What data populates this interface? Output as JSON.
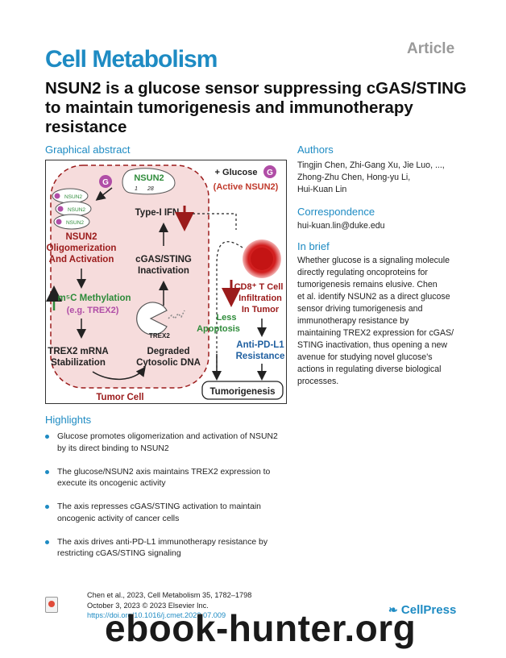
{
  "header": {
    "article_label": "Article",
    "journal_name": "Cell Metabolism",
    "title": "NSUN2 is a glucose sensor suppressing cGAS/STING to maintain tumorigenesis and immunotherapy resistance"
  },
  "graphical_abstract": {
    "heading": "Graphical abstract",
    "nsun2_label": "NSUN2",
    "nsun2_small": "NSUN2",
    "residue_1": "1",
    "residue_28": "28",
    "g_badge": "G",
    "plus_glucose": "+ Glucose",
    "active_nsun2": "(Active NSUN2)",
    "oligo_line1": "NSUN2",
    "oligo_line2": "Oligomerization",
    "oligo_line3": "And Activation",
    "m5c_line1": "m⁵C Methylation",
    "m5c_line2": "(e.g. TREX2)",
    "trex2_line1": "TREX2 mRNA",
    "trex2_line2": "Stabilization",
    "type1_ifn": "Type-I IFN",
    "cgas_line1": "cGAS/STING",
    "cgas_line2": "Inactivation",
    "trex2_enzyme": "TREX2",
    "degraded_line1": "Degraded",
    "degraded_line2": "Cytosolic DNA",
    "tumor_cell": "Tumor Cell",
    "cd8_line1": "CD8⁺ T Cell",
    "cd8_line2": "Infiltration",
    "cd8_line3": "In Tumor",
    "less_line1": "Less",
    "less_line2": "Apoptosis",
    "antipd_line1": "Anti-PD-L1",
    "antipd_line2": "Resistance",
    "tumorigenesis": "Tumorigenesis"
  },
  "authors": {
    "heading": "Authors",
    "line1": "Tingjin Chen, Zhi-Gang Xu, Jie Luo, ...,",
    "line2": "Zhong-Zhu Chen, Hong-yu Li,",
    "line3": "Hui-Kuan Lin"
  },
  "correspondence": {
    "heading": "Correspondence",
    "email": "hui-kuan.lin@duke.edu"
  },
  "in_brief": {
    "heading": "In brief",
    "lines": [
      "Whether glucose is a signaling molecule",
      "directly regulating oncoproteins for",
      "tumorigenesis remains elusive. Chen",
      "et al. identify NSUN2 as a direct glucose",
      "sensor driving tumorigenesis and",
      "immunotherapy resistance by",
      "maintaining TREX2 expression for cGAS/",
      "STING inactivation, thus opening a new",
      "avenue for studying novel glucose's",
      "actions in regulating diverse biological",
      "processes."
    ]
  },
  "highlights": {
    "heading": "Highlights",
    "items": [
      "Glucose promotes oligomerization and activation of NSUN2 by its direct binding to NSUN2",
      "The glucose/NSUN2 axis maintains TREX2 expression to execute its oncogenic activity",
      "The axis represses cGAS/STING activation to maintain oncogenic activity of cancer cells",
      "The axis drives anti-PD-L1 immunotherapy resistance by restricting cGAS/STING signaling"
    ]
  },
  "footer": {
    "citation_line1": "Chen et al., 2023, Cell Metabolism 35, 1782–1798",
    "citation_line2": "October 3, 2023 © 2023 Elsevier Inc.",
    "doi": "https://doi.org/10.1016/j.cmet.2023.07.009",
    "publisher": "CellPress",
    "watermark": "ebook-hunter.org"
  },
  "colors": {
    "accent": "#1e8bc3",
    "cell_fill": "#f6dcdc",
    "dark_red": "#9b1b1b",
    "green": "#2e8b3a",
    "purple": "#b04da6"
  }
}
